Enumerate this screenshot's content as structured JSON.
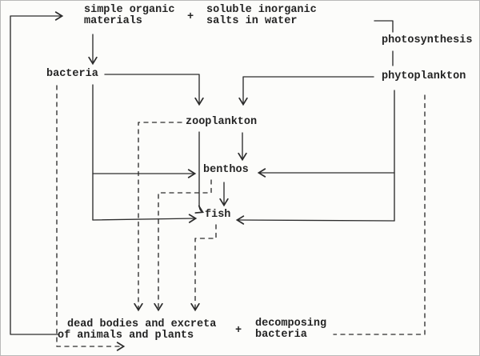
{
  "diagram": {
    "type": "flow-diagram",
    "subject": "aquatic nutrient cycle / marine food web",
    "colors": {
      "ink": "#2c2c2c",
      "paper": "#fcfcfa"
    },
    "nodes": {
      "simple_organic_materials": "simple organic\nmaterials",
      "plus_top": "+",
      "soluble_inorganic_salts": "soluble inorganic\nsalts in water",
      "photosynthesis": "photosynthesis",
      "phytoplankton": "phytoplankton",
      "bacteria": "bacteria",
      "zooplankton": "zooplankton",
      "benthos": "benthos",
      "fish": "fish",
      "dead_bodies_line1": "dead bodies and excreta",
      "dead_bodies_line2": "of animals and plants",
      "plus_bottom": "+",
      "decomposing_bacteria": "decomposing\nbacteria"
    },
    "edges": [
      {
        "from": "dead bodies and excreta of animals and plants",
        "to": "simple organic materials",
        "style": "solid",
        "arrow": true
      },
      {
        "from": "simple organic materials",
        "to": "bacteria",
        "style": "solid",
        "arrow": true
      },
      {
        "from": "bacteria",
        "to": "zooplankton",
        "style": "solid",
        "arrow": true
      },
      {
        "from": "bacteria",
        "to": "benthos",
        "style": "solid",
        "arrow": true
      },
      {
        "from": "bacteria",
        "to": "fish",
        "style": "solid",
        "arrow": true
      },
      {
        "from": "soluble inorganic salts in water",
        "to": "phytoplankton",
        "via": "photosynthesis",
        "style": "solid",
        "arrow": false
      },
      {
        "from": "phytoplankton",
        "to": "zooplankton",
        "style": "solid",
        "arrow": true
      },
      {
        "from": "phytoplankton",
        "to": "benthos",
        "style": "solid",
        "arrow": true
      },
      {
        "from": "phytoplankton",
        "to": "fish",
        "style": "solid",
        "arrow": true
      },
      {
        "from": "zooplankton",
        "to": "benthos",
        "style": "solid",
        "arrow": true
      },
      {
        "from": "zooplankton",
        "to": "fish",
        "style": "solid",
        "arrow": true
      },
      {
        "from": "benthos",
        "to": "fish",
        "style": "solid",
        "arrow": true
      },
      {
        "from": "zooplankton",
        "to": "dead bodies and excreta",
        "style": "dashed",
        "arrow": true
      },
      {
        "from": "benthos",
        "to": "dead bodies and excreta",
        "style": "dashed",
        "arrow": true
      },
      {
        "from": "fish",
        "to": "dead bodies and excreta",
        "style": "dashed",
        "arrow": true
      },
      {
        "from": "bacteria",
        "to": "dead bodies and excreta",
        "style": "dashed",
        "arrow": true
      },
      {
        "from": "phytoplankton",
        "to": "decomposing bacteria",
        "style": "dashed",
        "arrow": false
      }
    ]
  }
}
